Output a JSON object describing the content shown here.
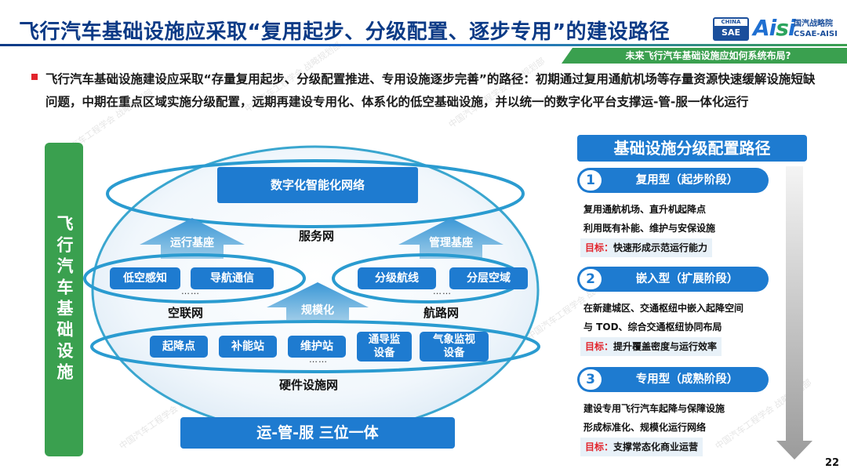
{
  "title": "飞行汽车基础设施应采取“复用起步、分级配置、逐步专用”的建设路径",
  "logos": {
    "sae_top": "CHINA",
    "sae_main": "SAE",
    "aisi": "AISI",
    "org_name": "国汽战略院",
    "org_abbr": "CSAE-AISI"
  },
  "subtitle_tag": "未来飞行汽车基础设施应如何系统布局?",
  "intro": "飞行汽车基础设施建设应采取“存量复用起步、分级配置推进、专用设施逐步完善”的路径：初期通过复用通航机场等存量资源快速缓解设施短缺问题，中期在重点区域实施分级配置，远期再建设专用化、体系化的低空基础设施，并以统一的数字化平台支撑运-管-服一体化运行",
  "left_bar": "飞行汽车基础设施",
  "diagram": {
    "top_box": "数字化智能化网络",
    "service_net": "服务网",
    "arrow_left": "运行基座",
    "arrow_right": "管理基座",
    "arrow_middle": "规模化",
    "air_net_items": [
      "低空感知",
      "导航通信"
    ],
    "air_net": "空联网",
    "route_net_items": [
      "分级航线",
      "分层空域"
    ],
    "route_net": "航路网",
    "hardware_items": [
      "起降点",
      "补能站",
      "维护站",
      "通导监\n设备",
      "气象监视\n设备"
    ],
    "hardware_net": "硬件设施网",
    "ellipsis": "……",
    "bottom_banner": "运-管-服 三位一体"
  },
  "panel": {
    "heading": "基础设施分级配置路径",
    "stages": [
      {
        "num": "1",
        "title": "复用型（起步阶段）",
        "lines": [
          "复用通航机场、直升机起降点",
          "利用既有补能、维护与安保设施"
        ],
        "goal_label": "目标：",
        "goal": "快速形成示范运行能力"
      },
      {
        "num": "2",
        "title": "嵌入型（扩展阶段）",
        "lines": [
          "在新建城区、交通枢纽中嵌入起降空间",
          "与 TOD、综合交通枢纽协同布局"
        ],
        "goal_label": "目标：",
        "goal": "提升覆盖密度与运行效率"
      },
      {
        "num": "3",
        "title": "专用型（成熟阶段）",
        "lines": [
          "建设专用飞行汽车起降与保障设施",
          "形成标准化、规模化运行网络"
        ],
        "goal_label": "目标：",
        "goal": "支撑常态化商业运营"
      }
    ]
  },
  "watermark": "中国汽车工程学会 战略规划部",
  "page_number": "22",
  "colors": {
    "title_blue": "#0b3a86",
    "accent_blue": "#1e7bd0",
    "accent_green": "#3aa04f",
    "accent_red": "#e2232b"
  }
}
